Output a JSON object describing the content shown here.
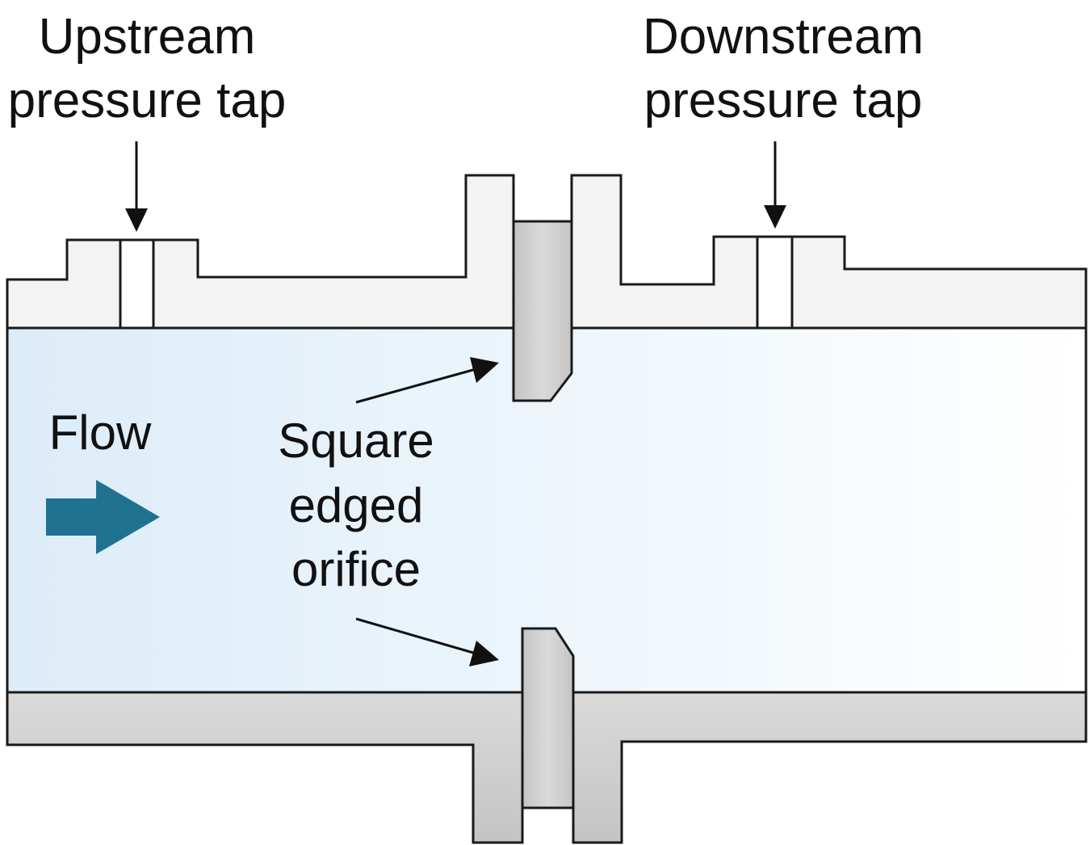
{
  "labels": {
    "upstream_tap": [
      "Upstream",
      "pressure tap"
    ],
    "downstream_tap": [
      "Downstream",
      "pressure tap"
    ],
    "flow": "Flow",
    "orifice": [
      "Square",
      "edged",
      "orifice"
    ]
  },
  "colors": {
    "metal_light": "#f3f3f3",
    "metal_mid": "#dadada",
    "metal_dark": "#c4c4c4",
    "outline": "#1a1a1a",
    "fluid_left": "#dcecf8",
    "fluid_right": "#ffffff",
    "flow_arrow": "#1f7390",
    "pointer": "#111111"
  },
  "icons": {
    "flow": "arrow-right-icon",
    "tap_pointer": "arrow-down-icon",
    "orifice_pointer": "arrow-pointer-icon"
  }
}
